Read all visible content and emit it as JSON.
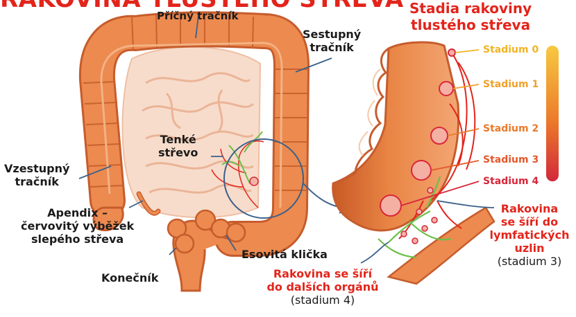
{
  "title": "RAKOVINA TLUSTÉHO STŘEVA",
  "stages_title": [
    "Stadia rakoviny",
    "tlustého střeva"
  ],
  "labels": {
    "transverse": "Příčný tračník",
    "descending": [
      "Sestupný",
      "tračník"
    ],
    "small_intestine": [
      "Tenké",
      "střevo"
    ],
    "ascending": [
      "Vzestupný",
      "tračník"
    ],
    "appendix": [
      "Apendix –",
      "červovitý výběžek",
      "slepého střeva"
    ],
    "rectum": "Konečník",
    "sigmoid": "Esovitá klička"
  },
  "stages": [
    {
      "label": "Stadium 0",
      "color": "#f2b321"
    },
    {
      "label": "Stadium 1",
      "color": "#f0a02a"
    },
    {
      "label": "Stadium 2",
      "color": "#ea7a2c"
    },
    {
      "label": "Stadium 3",
      "color": "#e5582a"
    },
    {
      "label": "Stadium 4",
      "color": "#d8263a"
    }
  ],
  "spread_lymph": {
    "lines": [
      "Rakovina",
      "se šíří do",
      "lymfatických",
      "uzlin"
    ],
    "note": "(stadium 3)"
  },
  "spread_organs": {
    "lines": [
      "Rakovina se šíří",
      "do dalších orgánů"
    ],
    "note": "(stadium 4)"
  },
  "colors": {
    "accent": "#e3241b",
    "colon": "#ec8a4f",
    "colon_dark": "#c85a2a",
    "small": "#f6d7c4",
    "lymph": "#6cc04a"
  }
}
